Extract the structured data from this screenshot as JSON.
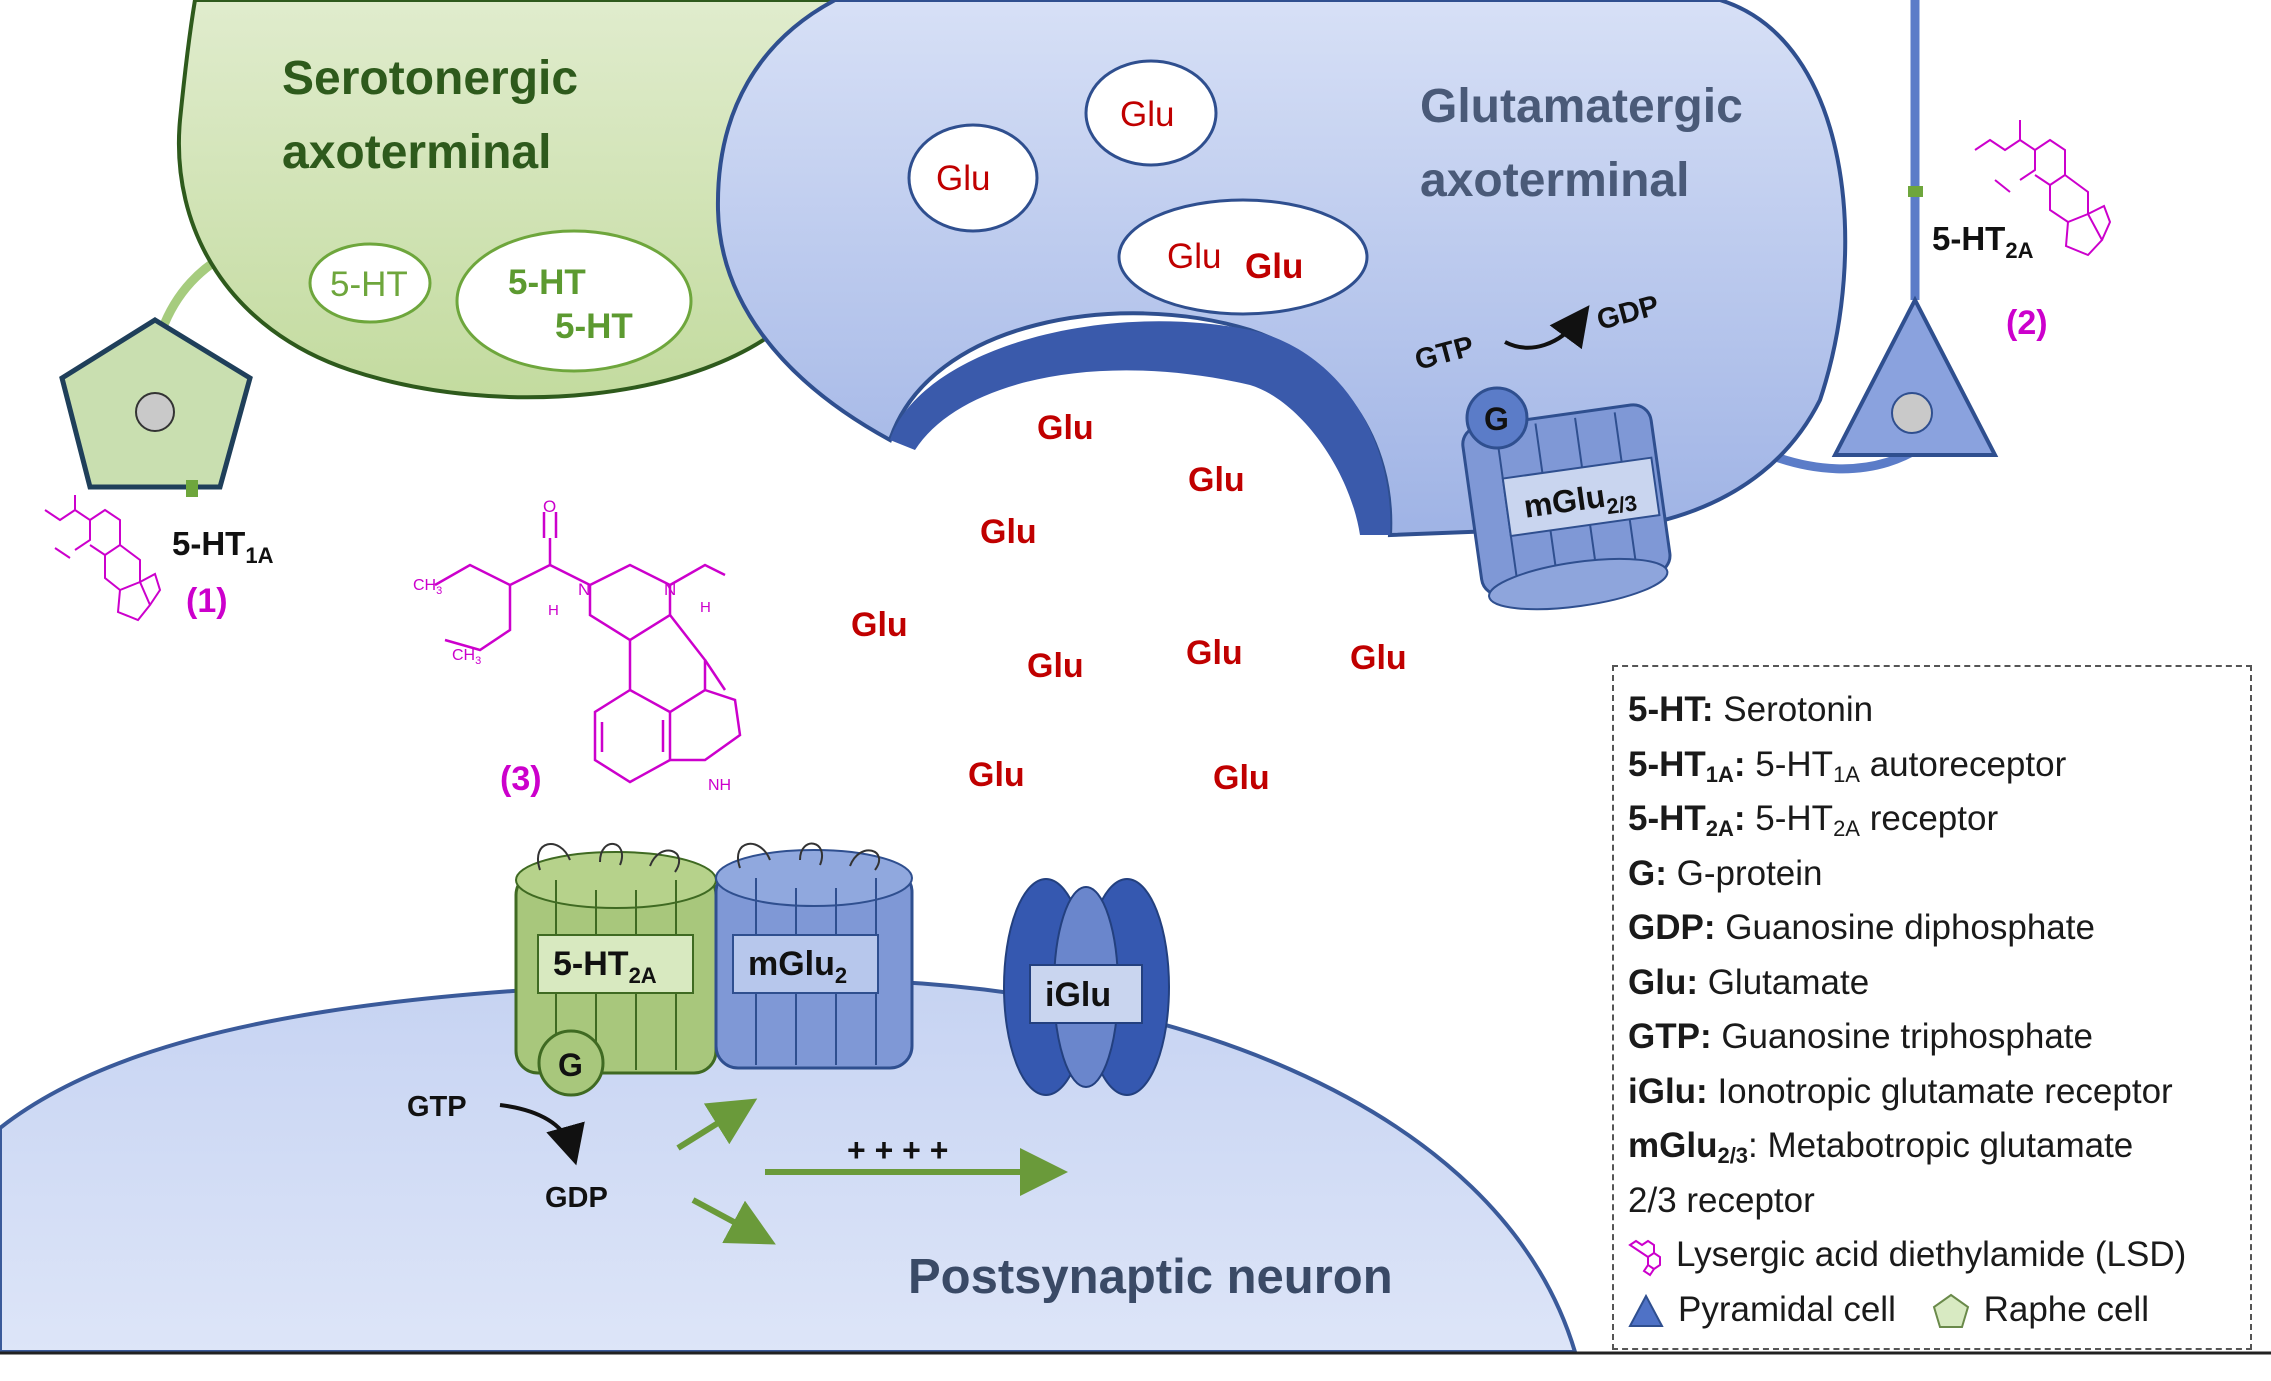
{
  "labels": {
    "serotonergic_line1": "Serotonergic",
    "serotonergic_line2": "axoterminal",
    "glutamatergic_line1": "Glutamatergic",
    "glutamatergic_line2": "axoterminal",
    "postsynaptic": "Postsynaptic neuron",
    "vesicle_5ht": "5-HT",
    "glu": "Glu",
    "gtp": "GTP",
    "gdp": "GDP",
    "g": "G",
    "mglu23_base": "mGlu",
    "mglu23_sub": "2/3",
    "mglu2_base": "mGlu",
    "mglu2_sub": "2",
    "ht2a_base": "5-HT",
    "ht2a_sub": "2A",
    "ht1a_base": "5-HT",
    "ht1a_sub": "1A",
    "iglu": "iGlu",
    "plus": "+ + + +",
    "marker1": "(1)",
    "marker2": "(2)",
    "marker3": "(3)",
    "ch3": "CH",
    "ch3_sub": "3",
    "h": "H",
    "n": "N",
    "nh": "NH",
    "o": "O"
  },
  "legend": {
    "ht": {
      "term": "5-HT:",
      "desc": " Serotonin"
    },
    "ht1a": {
      "term": "5-HT",
      "term_sub": "1A",
      "sep": ":",
      "desc": " 5-HT",
      "desc_sub": "1A",
      "desc_tail": " autoreceptor"
    },
    "ht2a": {
      "term": "5-HT",
      "term_sub": "2A",
      "sep": ":",
      "desc": " 5-HT",
      "desc_sub": "2A",
      "desc_tail": " receptor"
    },
    "g": {
      "term": "G:",
      "desc": " G-protein"
    },
    "gdp": {
      "term": "GDP:",
      "desc": " Guanosine diphosphate"
    },
    "glu": {
      "term": "Glu:",
      "desc": " Glutamate"
    },
    "gtp": {
      "term": "GTP:",
      "desc": " Guanosine triphosphate"
    },
    "iglu": {
      "term": "iGlu:",
      "desc": " Ionotropic glutamate receptor"
    },
    "mglu": {
      "term": "mGlu",
      "term_sub": "2/3",
      "sep": ":",
      "desc": " Metabotropic glutamate"
    },
    "mglu_cont": "2/3 receptor",
    "lsd": "Lysergic acid diethylamide (LSD)",
    "pyramidal": "Pyramidal cell",
    "raphe": "Raphe cell"
  },
  "colors": {
    "green_fill": "#c9dfb0",
    "green_dark": "#2e5a1c",
    "blue_fill": "#a8bce8",
    "blue_dark": "#2f4f8f",
    "red": "#c00000",
    "magenta": "#cc00cc",
    "arrow_green": "#6a9a3a"
  }
}
